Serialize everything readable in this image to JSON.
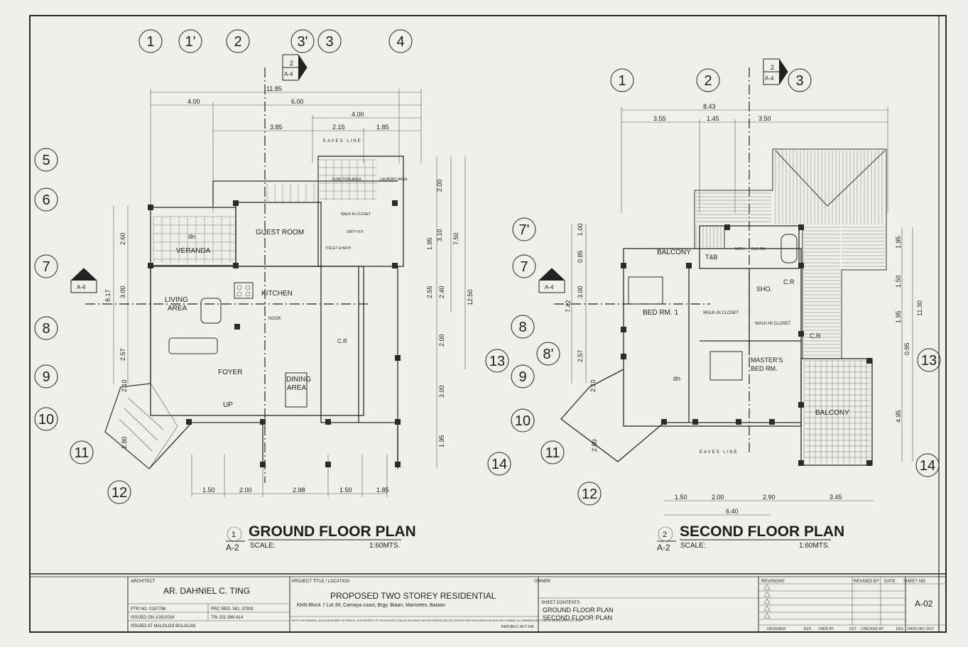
{
  "ground": {
    "title": "GROUND FLOOR PLAN",
    "num": "1",
    "sheet": "A-2",
    "scale_label": "SCALE:",
    "scale": "1:60MTS.",
    "grid_top": [
      "1",
      "1'",
      "2",
      "3'",
      "3",
      "4"
    ],
    "grid_left": [
      "5",
      "6",
      "7",
      "8",
      "9",
      "10",
      "11",
      "12"
    ],
    "section_tag": {
      "num": "2",
      "sheet": "A-4"
    },
    "section_left": {
      "num": "1",
      "sheet": "A-4"
    },
    "dims_top": [
      "11.85",
      "4.00",
      "6.00",
      "4.00",
      "3.85",
      "2.15",
      "1.85"
    ],
    "dims_bottom": [
      "1.50",
      "2.00",
      "2.98",
      "1.50",
      "1.85"
    ],
    "dims_right": [
      "2.00",
      "3.10",
      "7.50",
      "1.95",
      "12.50",
      "2.55",
      "2.40",
      "2.00",
      "3.00",
      "1.95"
    ],
    "dims_left": [
      "2.60",
      "8.17",
      "3.00",
      "2.57",
      "2.10",
      "2.80"
    ],
    "rooms": [
      "VERANDA",
      "dn",
      "GUEST ROOM",
      "LIVING AREA",
      "KITCHEN",
      "NOOK",
      "FOYER",
      "DINING AREA",
      "UP",
      "C.R",
      "FUNCTION AREA",
      "LAUNDRY AREA",
      "WALK-IN CLOSET",
      "DIRTY KIT",
      "TOILET & BATH"
    ],
    "eaves": "EAVES LINE"
  },
  "second": {
    "title": "SECOND FLOOR PLAN",
    "num": "2",
    "sheet": "A-2",
    "scale_label": "SCALE:",
    "scale": "1:60MTS.",
    "grid_top": [
      "1",
      "2",
      "3"
    ],
    "grid_left": [
      "7'",
      "7",
      "8",
      "8'",
      "9",
      "10",
      "11",
      "12"
    ],
    "grid_right": [
      "13",
      "14"
    ],
    "grid_left_extra": [
      "13",
      "14"
    ],
    "section_tag": {
      "num": "2",
      "sheet": "A-4"
    },
    "section_left": {
      "num": "1",
      "sheet": "A-4"
    },
    "dims_top": [
      "8.43",
      "3.55",
      "1.45",
      "3.50"
    ],
    "dims_bottom": [
      "1.50",
      "2.00",
      "2.90",
      "3.45",
      "6.40"
    ],
    "dims_right": [
      "1.95",
      "1.50",
      "1.95",
      "0.95",
      "11.30",
      "4.95"
    ],
    "dims_left": [
      "1.00",
      "0.85",
      "3.00",
      "7.42",
      "2.57",
      "2.10",
      "2.80"
    ],
    "rooms": [
      "BALCONY",
      "T&B",
      "BATH",
      "CLO RM.",
      "BED RM. 1",
      "SHO.",
      "C.R",
      "WALK-IN CLOSET",
      "WALK-IN CLOSET",
      "MASTER'S BED RM.",
      "C.R",
      "dn",
      "BALCONY"
    ],
    "eaves": "EAVES LINE"
  },
  "titleblock": {
    "architect_label": "ARCHITECT",
    "architect": "AR. DAHNIEL C. TING",
    "ptr": "PTR NO. 0157786",
    "prc": "PRC REG. NO. 37928",
    "issued_on": "ISSUED ON 1/25/2018",
    "tin": "TIN 321-580-614",
    "issued_at": "ISSUED AT MALOLOS BULACAN",
    "project_label": "PROJECT TITLE / LOCATION",
    "project": "PROPOSED TWO STOREY RESIDENTIAL",
    "location": "KHN Block 7 Lot 39, Camaya coast, Brgy. Biaan, Mariveles, Bataan",
    "note": "NOTE: THIS DRAWING, AS AN INSTRUMENT OF SERVICE, IS A PROPERTY OF THE ARCHITECT AND AS SUCH MUST NOT BE REPRODUCED OR COPIED IN PART OR IN WHOLE WITHOUT HIS CONSENT. ALL DRAWINGS ARE TO BE RETURNED WHEN NOT IN USE.",
    "republic": "REPUBLIC ACT 545",
    "owner_label": "OWNER",
    "contents_label": "SHEET CONTENTS",
    "contents_1": "GROUND FLOOR PLAN",
    "contents_2": "SECOND FLOOR PLAN",
    "revisions_label": "REVISIONS",
    "revised_by": "REVISED BY",
    "date": "DATE",
    "sheet_no_label": "SHEET NO.",
    "sheet_no": "A-02",
    "designer": "DESIGNER",
    "designer_v": "EES",
    "cadd": "CADD BY",
    "cadd_v": "DCT",
    "checked": "CHECKED BY",
    "checked_v": "EES",
    "date2": "DATE",
    "date2_v": "DEC-2017"
  }
}
